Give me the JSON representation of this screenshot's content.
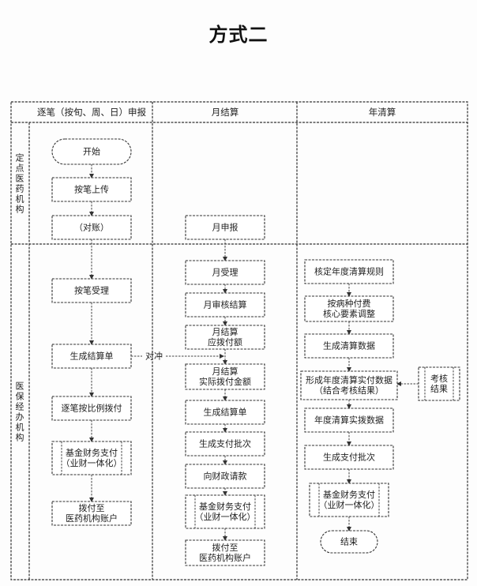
{
  "title": "方式二",
  "columns": [
    {
      "id": "col-per-item",
      "label": "逐笔（按旬、周、日）申报"
    },
    {
      "id": "col-monthly",
      "label": "月结算"
    },
    {
      "id": "col-annual",
      "label": "年清算"
    }
  ],
  "lanes": [
    {
      "id": "lane-institution",
      "label": "定点医药机构"
    },
    {
      "id": "lane-agency",
      "label": "医保经办机构"
    }
  ],
  "nodes": [
    {
      "id": "start",
      "col": 0,
      "lane": 0,
      "shape": "terminal",
      "lines": [
        "开始"
      ]
    },
    {
      "id": "upload",
      "col": 0,
      "lane": 0,
      "shape": "process",
      "lines": [
        "按笔上传"
      ]
    },
    {
      "id": "reconcile",
      "col": 0,
      "lane": 0,
      "shape": "process",
      "lines": [
        "（对账）"
      ]
    },
    {
      "id": "monthly-declare",
      "col": 1,
      "lane": 0,
      "shape": "process",
      "lines": [
        "月申报"
      ]
    },
    {
      "id": "per-item-accept",
      "col": 0,
      "lane": 1,
      "shape": "process",
      "lines": [
        "按笔受理"
      ]
    },
    {
      "id": "gen-settlement",
      "col": 0,
      "lane": 1,
      "shape": "process",
      "lines": [
        "生成结算单"
      ]
    },
    {
      "id": "per-item-ratio-pay",
      "col": 0,
      "lane": 1,
      "shape": "process",
      "lines": [
        "逐笔按比例拨付"
      ]
    },
    {
      "id": "fund-pay-1",
      "col": 0,
      "lane": 1,
      "shape": "predefined",
      "lines": [
        "基金财务支付",
        "（业财一体化）"
      ]
    },
    {
      "id": "transfer-1",
      "col": 0,
      "lane": 1,
      "shape": "process",
      "lines": [
        "拨付至",
        "医药机构账户"
      ]
    },
    {
      "id": "monthly-accept",
      "col": 1,
      "lane": 1,
      "shape": "process",
      "lines": [
        "月受理"
      ]
    },
    {
      "id": "monthly-audit-settle",
      "col": 1,
      "lane": 1,
      "shape": "process",
      "lines": [
        "月审核结算"
      ]
    },
    {
      "id": "monthly-payable",
      "col": 1,
      "lane": 1,
      "shape": "process",
      "lines": [
        "月结算",
        "应拨付额"
      ]
    },
    {
      "id": "monthly-actual",
      "col": 1,
      "lane": 1,
      "shape": "process",
      "lines": [
        "月结算",
        "实际拨付金额"
      ]
    },
    {
      "id": "gen-settlement-2",
      "col": 1,
      "lane": 1,
      "shape": "process",
      "lines": [
        "生成结算单"
      ]
    },
    {
      "id": "gen-batch-1",
      "col": 1,
      "lane": 1,
      "shape": "process",
      "lines": [
        "生成支付批次"
      ]
    },
    {
      "id": "request-funds",
      "col": 1,
      "lane": 1,
      "shape": "process",
      "lines": [
        "向财政请款"
      ]
    },
    {
      "id": "fund-pay-2",
      "col": 1,
      "lane": 1,
      "shape": "predefined",
      "lines": [
        "基金财务支付",
        "（业财一体化）"
      ]
    },
    {
      "id": "transfer-2",
      "col": 1,
      "lane": 1,
      "shape": "process",
      "lines": [
        "拨付至",
        "医药机构账户"
      ]
    },
    {
      "id": "annual-budget",
      "col": 2,
      "lane": 1,
      "shape": "process",
      "lines": [
        "核定年度清算规则"
      ]
    },
    {
      "id": "disease-core",
      "col": 2,
      "lane": 1,
      "shape": "process",
      "lines": [
        "按病种付费",
        "核心要素调整"
      ]
    },
    {
      "id": "gen-clearing-data",
      "col": 2,
      "lane": 1,
      "shape": "process",
      "lines": [
        "生成清算数据"
      ]
    },
    {
      "id": "form-annual-data",
      "col": 2,
      "lane": 1,
      "shape": "process",
      "lines": [
        "形成年度清算实付数据",
        "（结合考核结果）"
      ]
    },
    {
      "id": "assessment",
      "col": 2,
      "lane": 1,
      "shape": "predefined",
      "lines": [
        "考核",
        "结果"
      ]
    },
    {
      "id": "annual-actual",
      "col": 2,
      "lane": 1,
      "shape": "process",
      "lines": [
        "年度清算实拨数据"
      ]
    },
    {
      "id": "gen-batch-2",
      "col": 2,
      "lane": 1,
      "shape": "process",
      "lines": [
        "生成支付批次"
      ]
    },
    {
      "id": "fund-pay-3",
      "col": 2,
      "lane": 1,
      "shape": "predefined",
      "lines": [
        "基金财务支付",
        "（业财一体化）"
      ]
    },
    {
      "id": "end",
      "col": 2,
      "lane": 1,
      "shape": "terminal",
      "lines": [
        "结束"
      ]
    }
  ],
  "edges": [
    {
      "from": "start",
      "to": "upload"
    },
    {
      "from": "upload",
      "to": "reconcile"
    },
    {
      "from": "reconcile",
      "to": "per-item-accept"
    },
    {
      "from": "per-item-accept",
      "to": "gen-settlement"
    },
    {
      "from": "gen-settlement",
      "to": "per-item-ratio-pay"
    },
    {
      "from": "per-item-ratio-pay",
      "to": "fund-pay-1"
    },
    {
      "from": "fund-pay-1",
      "to": "transfer-1"
    },
    {
      "from": "monthly-declare",
      "to": "monthly-accept"
    },
    {
      "from": "monthly-accept",
      "to": "monthly-audit-settle"
    },
    {
      "from": "monthly-audit-settle",
      "to": "monthly-payable"
    },
    {
      "from": "monthly-payable",
      "to": "monthly-actual"
    },
    {
      "from": "monthly-actual",
      "to": "gen-settlement-2"
    },
    {
      "from": "gen-settlement-2",
      "to": "gen-batch-1"
    },
    {
      "from": "gen-batch-1",
      "to": "request-funds"
    },
    {
      "from": "request-funds",
      "to": "fund-pay-2"
    },
    {
      "from": "fund-pay-2",
      "to": "transfer-2"
    },
    {
      "from": "annual-budget",
      "to": "disease-core"
    },
    {
      "from": "disease-core",
      "to": "gen-clearing-data"
    },
    {
      "from": "gen-clearing-data",
      "to": "form-annual-data"
    },
    {
      "from": "assessment",
      "to": "form-annual-data"
    },
    {
      "from": "form-annual-data",
      "to": "annual-actual"
    },
    {
      "from": "annual-actual",
      "to": "gen-batch-2"
    },
    {
      "from": "gen-batch-2",
      "to": "fund-pay-3"
    },
    {
      "from": "fund-pay-3",
      "to": "end"
    },
    {
      "from": "gen-settlement",
      "to": "monthly-actual",
      "label": "对冲"
    }
  ]
}
